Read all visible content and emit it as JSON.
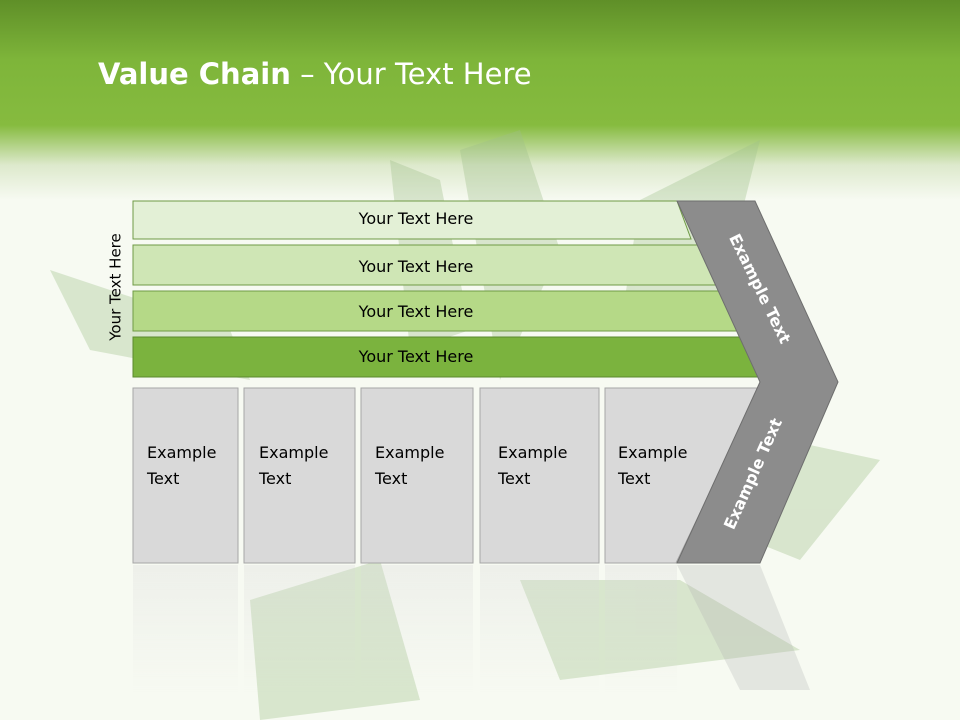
{
  "slide": {
    "title_bold": "Value Chain",
    "title_rest": " – Your Text Here",
    "side_label": "Your Text Here",
    "rows": [
      {
        "label": "Your Text Here",
        "color": "#e3f0d6"
      },
      {
        "label": "Your Text Here",
        "color": "#cfe6b5"
      },
      {
        "label": "Your Text Here",
        "color": "#b5d987"
      },
      {
        "label": "Your Text Here",
        "color": "#7bb33e"
      }
    ],
    "boxes": [
      {
        "line1": "Example",
        "line2": "Text"
      },
      {
        "line1": "Example",
        "line2": "Text"
      },
      {
        "line1": "Example",
        "line2": "Text"
      },
      {
        "line1": "Example",
        "line2": "Text"
      },
      {
        "line1": "Example",
        "line2": "Text"
      }
    ],
    "chevron_upper": "Example Text",
    "chevron_lower": "Example Text",
    "colors": {
      "box_fill": "#d9d9d9",
      "chevron_fill": "#8c8c8c",
      "header_green": "#7eb53a"
    }
  }
}
